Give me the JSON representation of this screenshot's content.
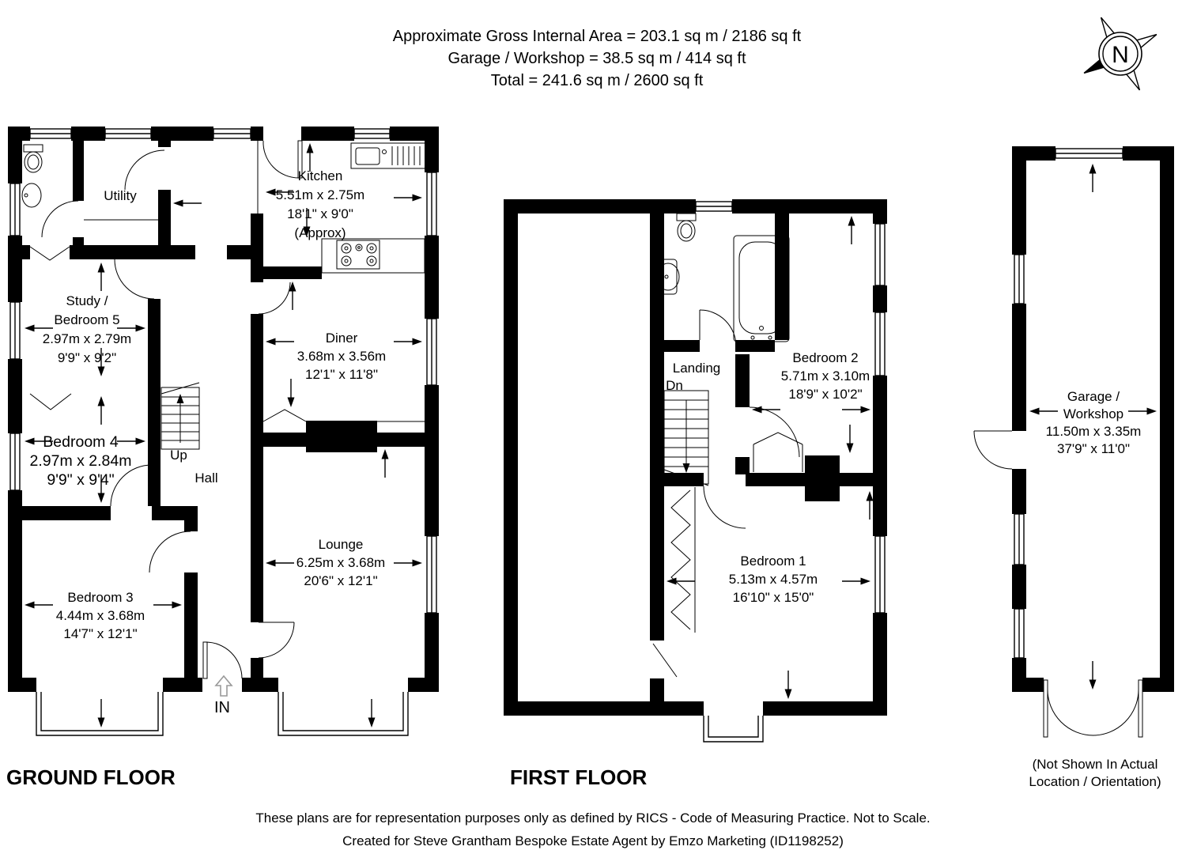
{
  "colors": {
    "wall": "#000000",
    "background": "#ffffff",
    "entry_arrow_gray": "#999999"
  },
  "header": {
    "line1": "Approximate Gross Internal Area = 203.1 sq m / 2186 sq ft",
    "line2": "Garage / Workshop = 38.5 sq m / 414 sq ft",
    "line3": "Total = 241.6 sq m / 2600 sq ft"
  },
  "compass": {
    "label": "N"
  },
  "floors": {
    "ground": {
      "title": "GROUND FLOOR",
      "rooms": {
        "utility": {
          "name": "Utility"
        },
        "kitchen": {
          "name": "Kitchen",
          "metric": "5.51m x 2.75m",
          "imperial": "18'1\" x 9'0\"",
          "note": "(Approx)"
        },
        "study": {
          "name_line1": "Study /",
          "name_line2": "Bedroom 5",
          "metric": "2.97m x 2.79m",
          "imperial": "9'9\" x 9'2\""
        },
        "bedroom4": {
          "name": "Bedroom 4",
          "metric": "2.97m x 2.84m",
          "imperial": "9'9\" x 9'4\""
        },
        "bedroom3": {
          "name": "Bedroom 3",
          "metric": "4.44m x 3.68m",
          "imperial": "14'7\" x 12'1\""
        },
        "diner": {
          "name": "Diner",
          "metric": "3.68m x 3.56m",
          "imperial": "12'1\" x 11'8\""
        },
        "lounge": {
          "name": "Lounge",
          "metric": "6.25m x 3.68m",
          "imperial": "20'6\" x 12'1\""
        },
        "hall": {
          "name": "Hall"
        },
        "stairs": {
          "label": "Up"
        },
        "entrance": {
          "label": "IN"
        }
      }
    },
    "first": {
      "title": "FIRST FLOOR",
      "rooms": {
        "landing": {
          "name": "Landing",
          "stairs_label": "Dn"
        },
        "bedroom2": {
          "name": "Bedroom 2",
          "metric": "5.71m x 3.10m",
          "imperial": "18'9\" x 10'2\""
        },
        "bedroom1": {
          "name": "Bedroom 1",
          "metric": "5.13m x 4.57m",
          "imperial": "16'10\" x 15'0\""
        }
      }
    },
    "garage": {
      "room": {
        "name_line1": "Garage /",
        "name_line2": "Workshop",
        "metric": "11.50m x 3.35m",
        "imperial": "37'9\" x 11'0\""
      },
      "note_line1": "(Not Shown In Actual",
      "note_line2": "Location / Orientation)"
    }
  },
  "footer": {
    "line1": "These plans are for representation purposes only as defined by RICS - Code of Measuring Practice. Not to Scale.",
    "line2": "Created for Steve Grantham Bespoke Estate Agent by Emzo Marketing (ID1198252)"
  }
}
